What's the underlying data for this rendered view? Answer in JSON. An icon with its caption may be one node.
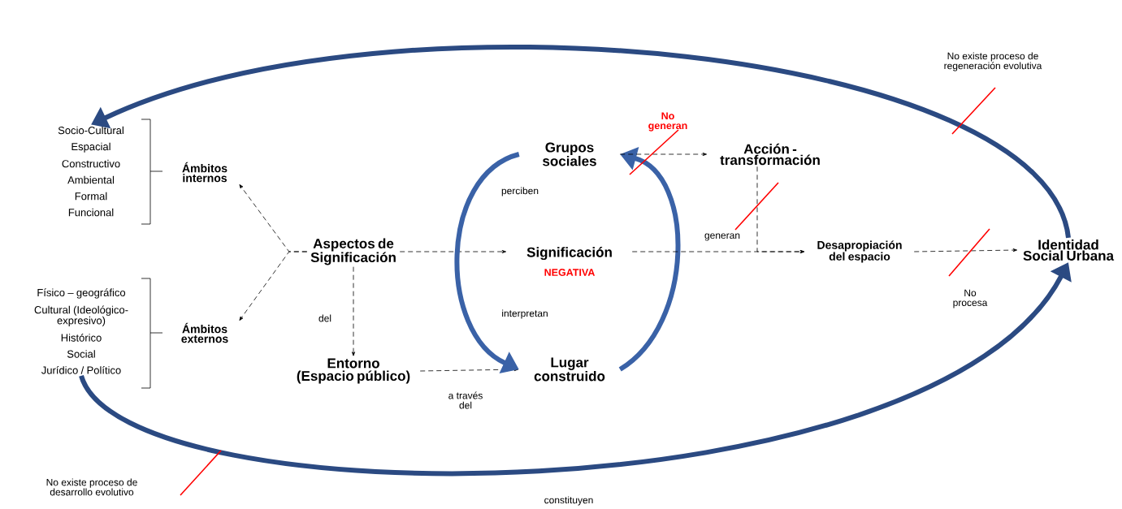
{
  "diagram": {
    "nodes": [
      {
        "text": [
          "Ámbitos internos"
        ]
      },
      {
        "text": [
          "Ámbitos externos"
        ]
      },
      {
        "text": [
          "Aspectos de Significación"
        ]
      },
      {
        "text": [
          "Entorno",
          "(Espacio público)"
        ]
      },
      {
        "text": [
          "Grupos sociales"
        ]
      },
      {
        "text": [
          "Significación",
          "NEGATIVA"
        ]
      },
      {
        "text": [
          "Lugar construido"
        ]
      },
      {
        "text": [
          "Acción - transformación"
        ]
      },
      {
        "text": [
          "Desapropiación del espacio"
        ]
      },
      {
        "text": [
          "Identidad Social Urbana"
        ]
      },
      {
        "text": [
          "Socio-Cultural",
          "Espacial",
          "Constructivo",
          "Ambiental",
          "Formal",
          "Funcional"
        ]
      },
      {
        "text": [
          "Físico – geográfico",
          "Cultural (Ideológico-expresivo)",
          "Histórico",
          "Social",
          "Jurídico / Político"
        ]
      }
    ],
    "edges": [
      {
        "from": 2,
        "to": 0,
        "arrow": "to",
        "style": "dashed"
      },
      {
        "from": 2,
        "to": 1,
        "arrow": "to",
        "style": "dashed"
      },
      {
        "from": 2,
        "to": 5,
        "arrow": "to",
        "style": "dashed"
      },
      {
        "from": 2,
        "to": 3,
        "arrow": "to",
        "style": "dashed",
        "label": "del"
      },
      {
        "from": 3,
        "to": 6,
        "arrow": "to",
        "style": "dashed",
        "label": "a través del"
      },
      {
        "from": 4,
        "to": 6,
        "arrow": "to",
        "style": "thick",
        "color": "#3a62a7",
        "label": "perciben"
      },
      {
        "from": 6,
        "to": 4,
        "arrow": "to",
        "style": "thick",
        "color": "#3a62a7"
      },
      {
        "from": 4,
        "to": 7,
        "arrow": "to",
        "style": "dashed",
        "label": "No generan"
      },
      {
        "from": 5,
        "to": 8,
        "arrow": "to",
        "style": "dashed"
      },
      {
        "from": 7,
        "to": 8,
        "arrow": "to",
        "style": "dashed",
        "label": "generan"
      },
      {
        "from": 8,
        "to": 9,
        "arrow": "to",
        "style": "dashed",
        "label": "No procesa"
      },
      {
        "from": 9,
        "to": 10,
        "arrow": "to",
        "style": "thick",
        "color": "#2b4a82"
      },
      {
        "from": 11,
        "to": 9,
        "arrow": "to",
        "style": "thick",
        "color": "#2b4a82",
        "label": "constituyen"
      }
    ],
    "labels": [
      "interpretan",
      "No existe proceso de regeneración evolutiva",
      "No existe proceso de desarrollo evolutivo"
    ]
  }
}
